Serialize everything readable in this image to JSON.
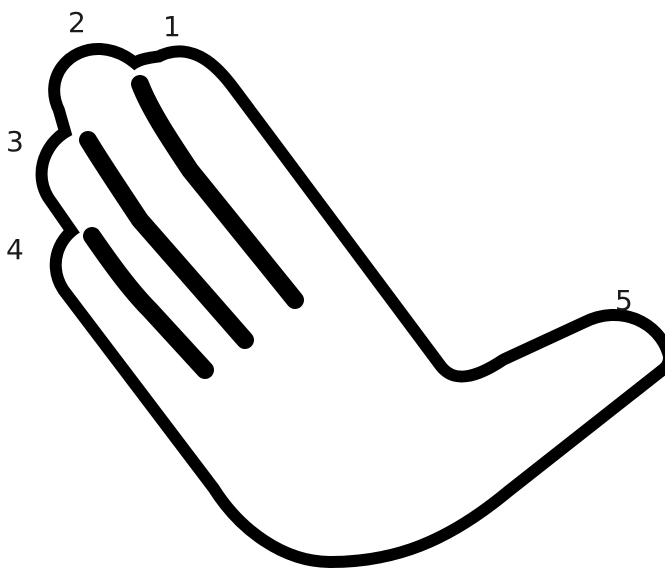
{
  "labels": {
    "finger_1": "1",
    "finger_2": "2",
    "finger_3": "3",
    "finger_4": "4",
    "finger_5": "5"
  },
  "icons": {
    "hand": "hand-outline-icon"
  },
  "colors": {
    "outline": "#000000",
    "fill": "#ffffff",
    "text": "#1a1a1a",
    "background": "#ffffff"
  }
}
